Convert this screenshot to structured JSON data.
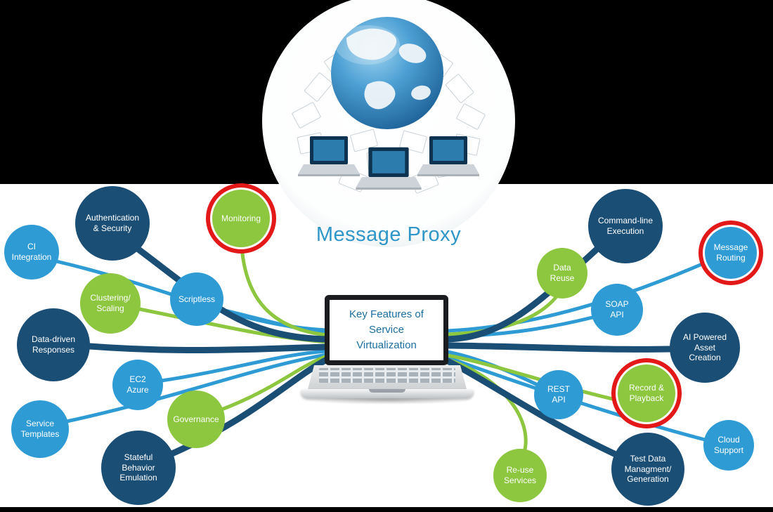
{
  "hero": {
    "caption": "Message Proxy"
  },
  "center": {
    "title": "Key Features of\nService\nVirtualization"
  },
  "colors": {
    "navy": "#1b4e75",
    "blue": "#2e9bd5",
    "green": "#8dc63f",
    "highlight_ring": "#e31818",
    "caption_blue": "#2f96c8",
    "title_blue": "#1c6e9e"
  },
  "nodes": [
    {
      "id": "authentication-security",
      "label": "Authentication\n& Security",
      "color": "navy",
      "highlighted": false
    },
    {
      "id": "ci-integration",
      "label": "CI\nIntegration",
      "color": "blue",
      "highlighted": false
    },
    {
      "id": "monitoring",
      "label": "Monitoring",
      "color": "green",
      "highlighted": true
    },
    {
      "id": "clustering-scaling",
      "label": "Clustering/\nScaling",
      "color": "green",
      "highlighted": false
    },
    {
      "id": "scriptless",
      "label": "Scriptless",
      "color": "blue",
      "highlighted": false
    },
    {
      "id": "data-driven-responses",
      "label": "Data-driven\nResponses",
      "color": "navy",
      "highlighted": false
    },
    {
      "id": "ec2-azure",
      "label": "EC2\nAzure",
      "color": "blue",
      "highlighted": false
    },
    {
      "id": "governance",
      "label": "Governance",
      "color": "green",
      "highlighted": false
    },
    {
      "id": "service-templates",
      "label": "Service\nTemplates",
      "color": "blue",
      "highlighted": false
    },
    {
      "id": "stateful-behavior-emulation",
      "label": "Stateful\nBehavior\nEmulation",
      "color": "navy",
      "highlighted": false
    },
    {
      "id": "command-line-execution",
      "label": "Command-line\nExecution",
      "color": "navy",
      "highlighted": false
    },
    {
      "id": "message-routing",
      "label": "Message\nRouting",
      "color": "blue",
      "highlighted": true
    },
    {
      "id": "data-reuse",
      "label": "Data\nReuse",
      "color": "green",
      "highlighted": false
    },
    {
      "id": "soap-api",
      "label": "SOAP\nAPI",
      "color": "blue",
      "highlighted": false
    },
    {
      "id": "ai-powered-asset-creation",
      "label": "AI Powered\nAsset\nCreation",
      "color": "navy",
      "highlighted": false
    },
    {
      "id": "rest-api",
      "label": "REST\nAPI",
      "color": "blue",
      "highlighted": false
    },
    {
      "id": "record-playback",
      "label": "Record &\nPlayback",
      "color": "green",
      "highlighted": true
    },
    {
      "id": "cloud-support",
      "label": "Cloud\nSupport",
      "color": "blue",
      "highlighted": false
    },
    {
      "id": "reuse-services",
      "label": "Re-use\nServices",
      "color": "green",
      "highlighted": false
    },
    {
      "id": "test-data-management-generation",
      "label": "Test Data\nManagment/\nGeneration",
      "color": "navy",
      "highlighted": false
    }
  ]
}
